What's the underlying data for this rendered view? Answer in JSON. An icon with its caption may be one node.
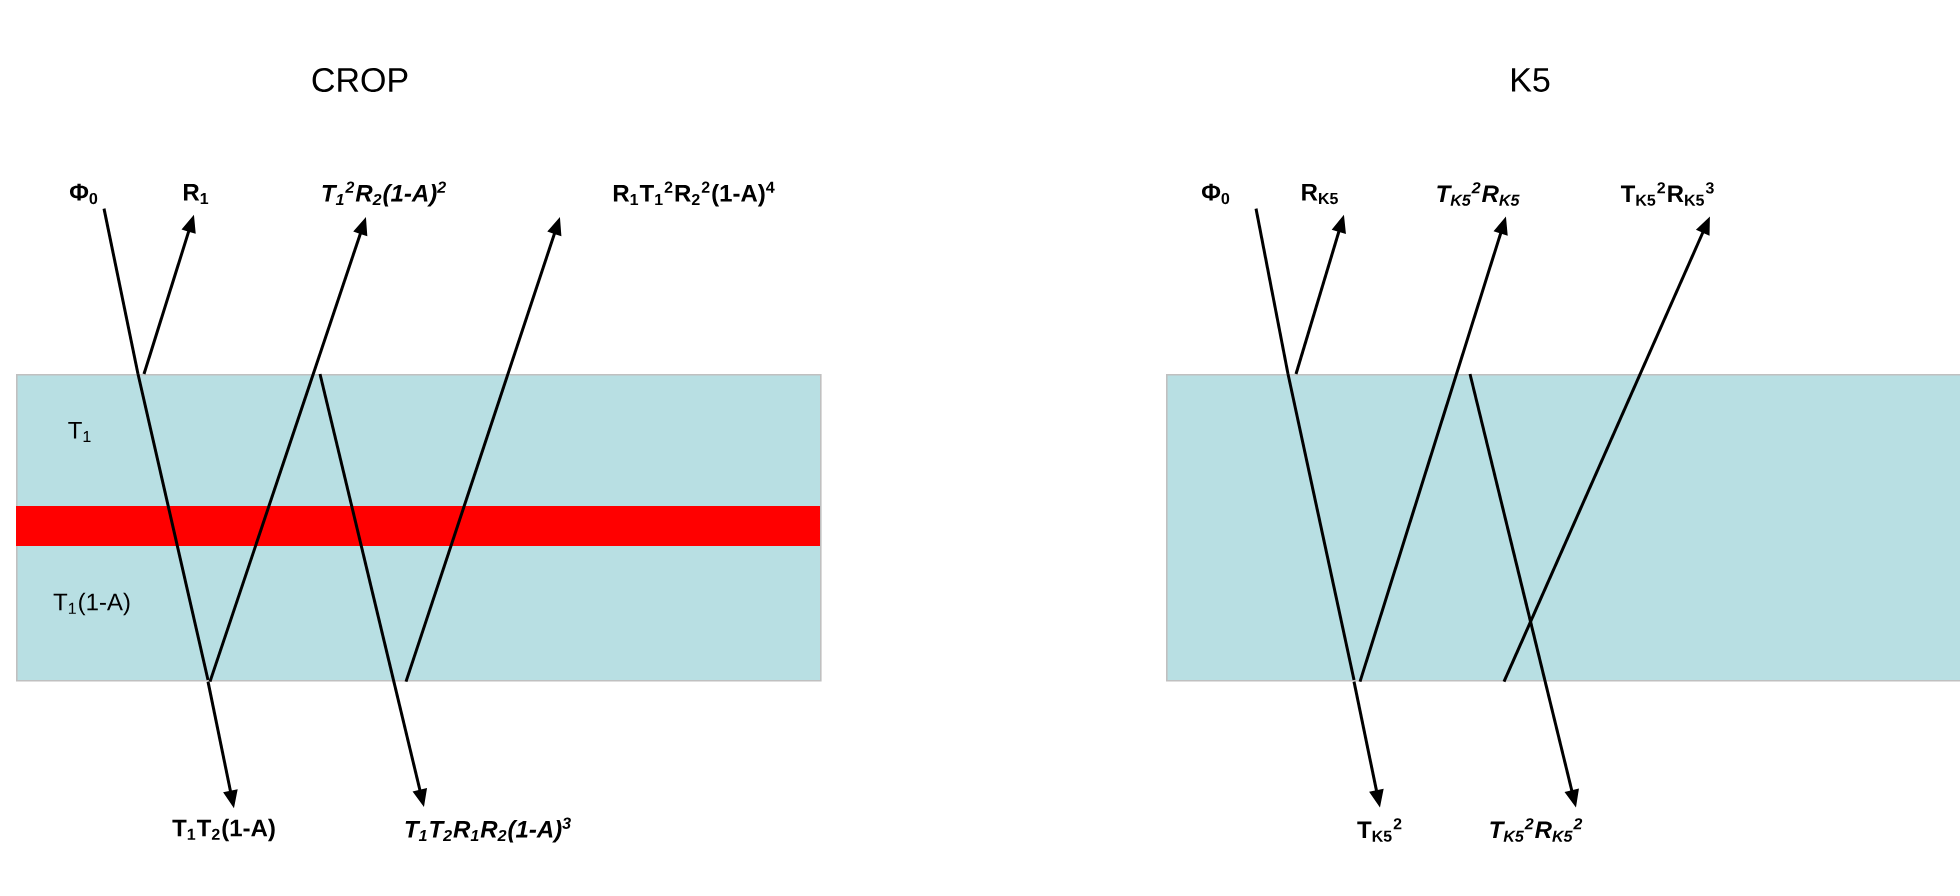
{
  "diagram": {
    "nodes": [
      {
        "text": [
          "Φ$_{0}$"
        ]
      },
      {
        "text": [
          "R$_{1}$"
        ]
      },
      {
        "text": [
          "T$_{1}$$^{2}$R$_{2}$(1-A)$^{2}$"
        ]
      },
      {
        "text": [
          "R$_{1}$T$_{1}$$^{2}$R$_{2}$$^{2}$(1-A)$^{4}$"
        ]
      },
      {
        "text": [
          "T$_{1}$T$_{2}$(1-A)"
        ]
      },
      {
        "text": [
          "T$_{1}$T$_{2}$R$_{1}$R$_{2}$(1-A)$^{3}$"
        ]
      },
      {
        "text": [
          "Φ$_{0}$"
        ]
      },
      {
        "text": [
          "R$_{K5}$"
        ]
      },
      {
        "text": [
          "T$_{K5}$$^{2}$R$_{K5}$"
        ]
      },
      {
        "text": [
          "T$_{K5}$$^{2}$R$_{K5}$$^{3}$"
        ]
      },
      {
        "text": [
          "T$_{K5}$$^{2}$"
        ]
      },
      {
        "text": [
          "T$_{K5}$$^{2}$R$_{K5}$$^{2}$"
        ]
      },
      {
        "text": [
          "T$_{1}$",
          "T$_{1}$(1-A)"
        ]
      },
      {
        "text": [],
        "shape": "box"
      }
    ],
    "edges": [
      {
        "from": 0,
        "to": 12,
        "arrow": "none"
      },
      {
        "from": 12,
        "to": 4,
        "arrow": "to"
      },
      {
        "from": 12,
        "to": 1,
        "arrow": "to"
      },
      {
        "from": 12,
        "to": 2,
        "arrow": "to"
      },
      {
        "from": 12,
        "to": 5,
        "arrow": "to"
      },
      {
        "from": 12,
        "to": 3,
        "arrow": "to"
      },
      {
        "from": 6,
        "to": 13,
        "arrow": "none"
      },
      {
        "from": 13,
        "to": 10,
        "arrow": "to"
      },
      {
        "from": 13,
        "to": 7,
        "arrow": "to"
      },
      {
        "from": 13,
        "to": 8,
        "arrow": "to"
      },
      {
        "from": 13,
        "to": 11,
        "arrow": "to"
      },
      {
        "from": 13,
        "to": 9,
        "arrow": "to"
      }
    ],
    "labels": [
      "CROP",
      "K5"
    ]
  }
}
